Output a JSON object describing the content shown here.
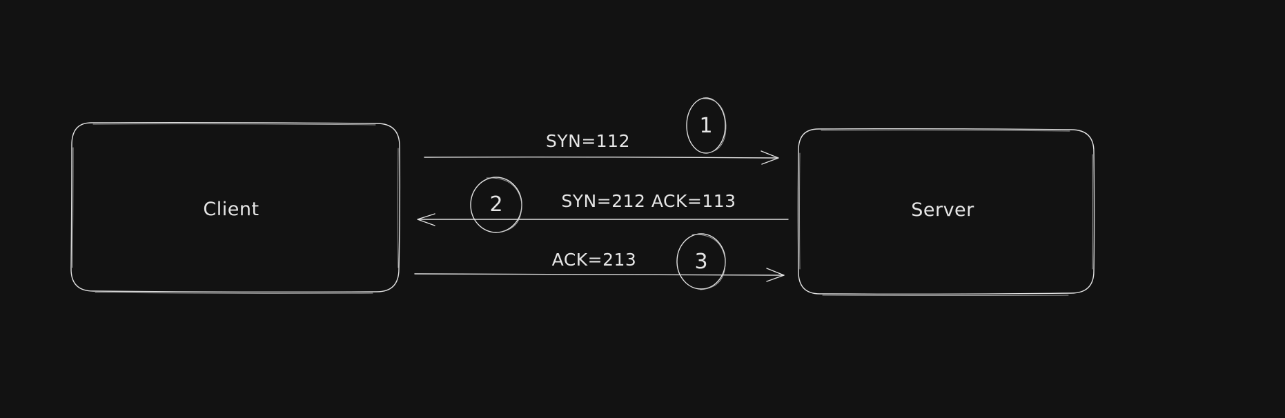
{
  "nodes": {
    "client": {
      "label": "Client"
    },
    "server": {
      "label": "Server"
    }
  },
  "messages": [
    {
      "step": "1",
      "label": "SYN=112",
      "direction": "client-to-server"
    },
    {
      "step": "2",
      "label": "SYN=212  ACK=113",
      "direction": "server-to-client"
    },
    {
      "step": "3",
      "label": "ACK=213",
      "direction": "client-to-server"
    }
  ],
  "colors": {
    "background": "#121212",
    "stroke": "#e2e2e2",
    "text": "#e6e6e6"
  }
}
